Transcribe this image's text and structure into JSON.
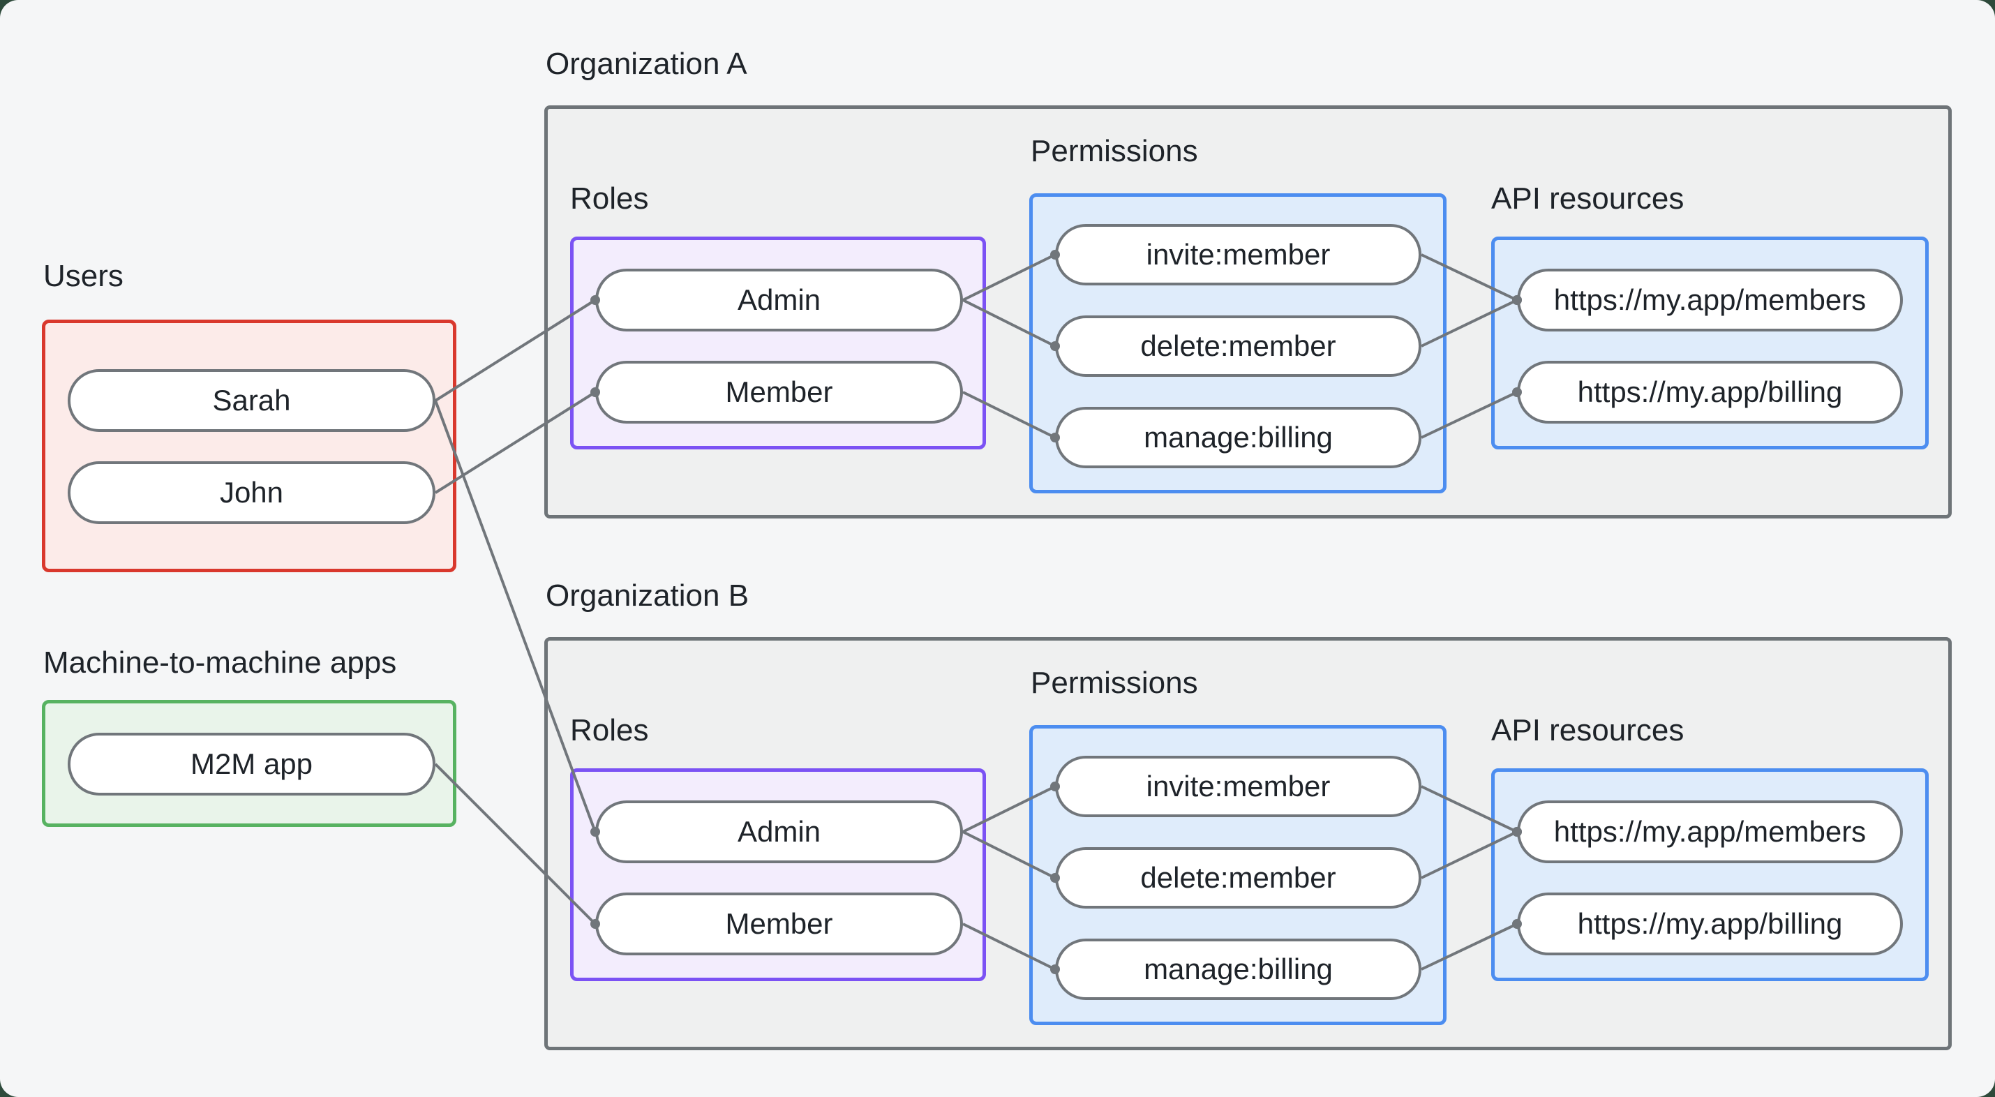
{
  "colors": {
    "page_backdrop": "#2E4A3B",
    "canvas_bg": "#F5F6F7",
    "org_bg": "#EFF0F0",
    "org_border": "#6E7478",
    "users_bg": "#FCEBE9",
    "users_border": "#D9382D",
    "m2m_bg": "#E9F4EA",
    "m2m_border": "#57B261",
    "roles_bg": "#F3EDFD",
    "roles_border": "#7B52F4",
    "perm_bg": "#DFECFB",
    "perm_border": "#4C8DF0",
    "pill_bg": "#FFFFFF",
    "pill_border": "#71767B",
    "connector": "#71767B",
    "text": "#1E2329"
  },
  "groups": {
    "users": {
      "label": "Users",
      "items": [
        "Sarah",
        "John"
      ]
    },
    "m2m": {
      "label": "Machine-to-machine apps",
      "items": [
        "M2M app"
      ]
    }
  },
  "organizations": [
    {
      "label": "Organization A",
      "roles": {
        "label": "Roles",
        "items": [
          "Admin",
          "Member"
        ]
      },
      "permissions": {
        "label": "Permissions",
        "items": [
          "invite:member",
          "delete:member",
          "manage:billing"
        ]
      },
      "api_resources": {
        "label": "API resources",
        "items": [
          "https://my.app/members",
          "https://my.app/billing"
        ]
      }
    },
    {
      "label": "Organization B",
      "roles": {
        "label": "Roles",
        "items": [
          "Admin",
          "Member"
        ]
      },
      "permissions": {
        "label": "Permissions",
        "items": [
          "invite:member",
          "delete:member",
          "manage:billing"
        ]
      },
      "api_resources": {
        "label": "API resources",
        "items": [
          "https://my.app/members",
          "https://my.app/billing"
        ]
      }
    }
  ],
  "connections": [
    {
      "from": "sarah",
      "to": "orga-admin"
    },
    {
      "from": "john",
      "to": "orga-member"
    },
    {
      "from": "sarah",
      "to": "orgb-admin"
    },
    {
      "from": "m2m-app",
      "to": "orgb-member"
    },
    {
      "from": "orga-admin",
      "to": "orga-perm-invite"
    },
    {
      "from": "orga-admin",
      "to": "orga-perm-delete"
    },
    {
      "from": "orga-member",
      "to": "orga-perm-manage"
    },
    {
      "from": "orga-perm-invite",
      "to": "orga-api-members"
    },
    {
      "from": "orga-perm-delete",
      "to": "orga-api-members"
    },
    {
      "from": "orga-perm-manage",
      "to": "orga-api-billing"
    },
    {
      "from": "orgb-admin",
      "to": "orgb-perm-invite"
    },
    {
      "from": "orgb-admin",
      "to": "orgb-perm-delete"
    },
    {
      "from": "orgb-member",
      "to": "orgb-perm-manage"
    },
    {
      "from": "orgb-perm-invite",
      "to": "orgb-api-members"
    },
    {
      "from": "orgb-perm-delete",
      "to": "orgb-api-members"
    },
    {
      "from": "orgb-perm-manage",
      "to": "orgb-api-billing"
    }
  ]
}
